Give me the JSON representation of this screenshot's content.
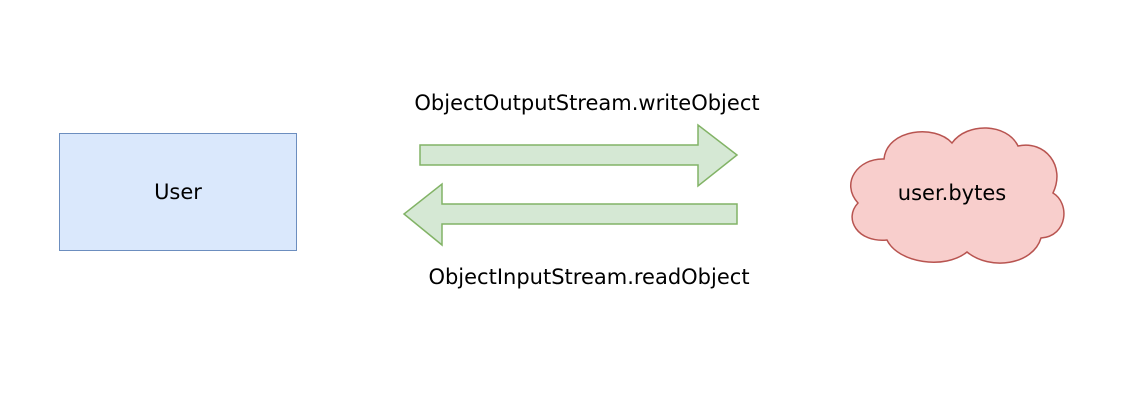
{
  "diagram": {
    "entity_box": {
      "label": "User"
    },
    "storage_cloud": {
      "label": "user.bytes"
    },
    "forward_arrow": {
      "label": "ObjectOutputStream.writeObject"
    },
    "backward_arrow": {
      "label": "ObjectInputStream.readObject"
    }
  },
  "colors": {
    "box_fill": "#dae8fc",
    "box_stroke": "#6c8ebf",
    "arrow_fill": "#d5e8d4",
    "arrow_stroke": "#82b366",
    "cloud_fill": "#f8cecc",
    "cloud_stroke": "#b85450"
  }
}
